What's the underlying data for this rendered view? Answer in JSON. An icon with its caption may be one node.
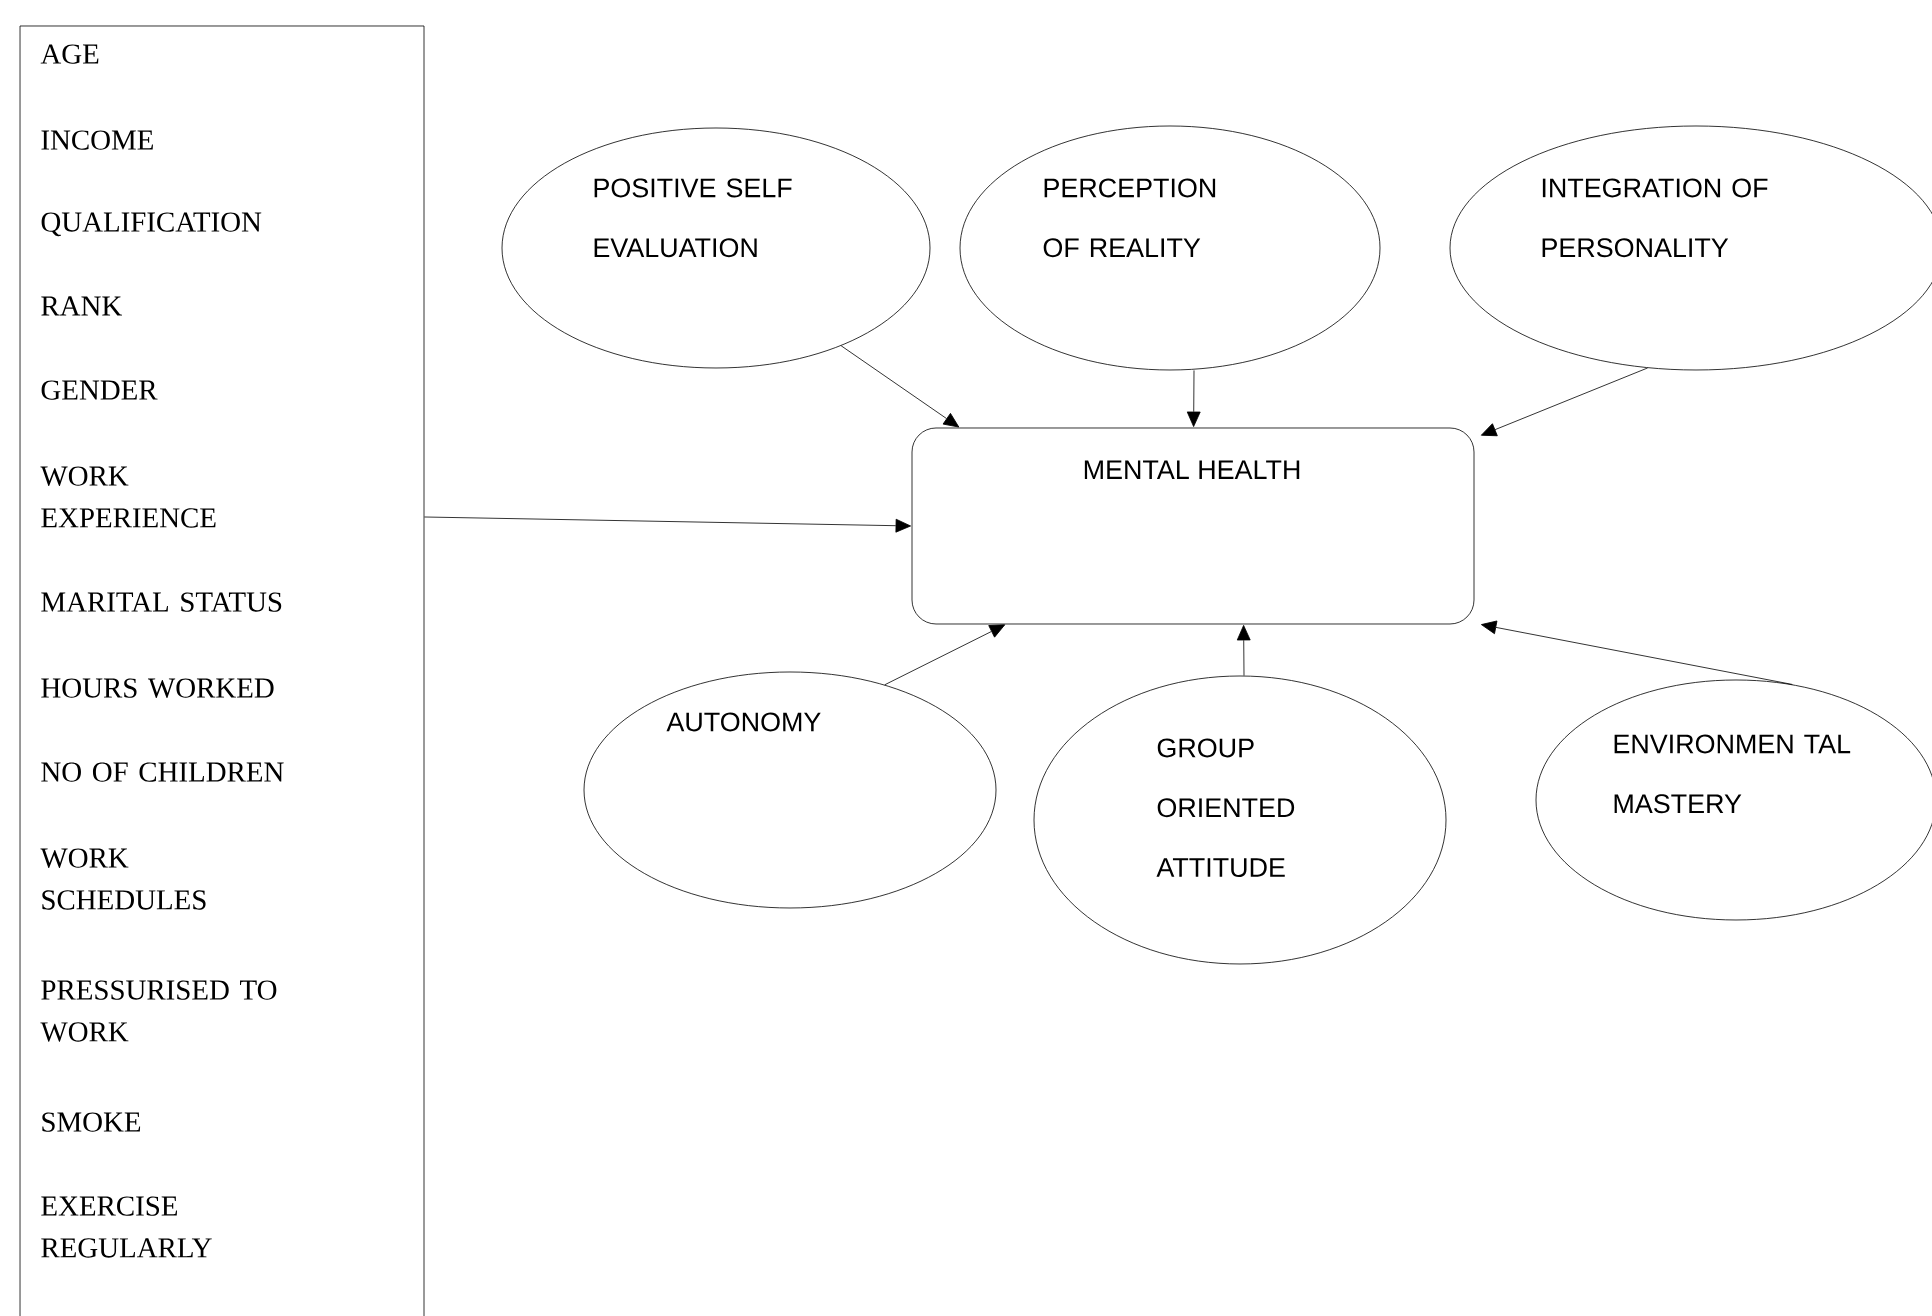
{
  "diagram": {
    "nodes": [
      {
        "text": [
          "AGE",
          "INCOME",
          "QUALIFICATION",
          "RANK",
          "GENDER",
          "WORK EXPERIENCE",
          "MARITAL STATUS",
          "HOURS WORKED",
          "NO OF CHILDREN",
          "WORK SCHEDULES",
          "PRESSURISED TO WORK",
          "SMOKE",
          "EXERCISE REGULARLY"
        ]
      },
      {
        "text": [
          "POSITIVE SELF EVALUATION"
        ]
      },
      {
        "text": [
          "PERCEPTION OF REALITY"
        ]
      },
      {
        "text": [
          "INTEGRATION OF PERSONALITY"
        ]
      },
      {
        "text": [
          "MENTAL HEALTH"
        ]
      },
      {
        "text": [
          "AUTONOMY"
        ]
      },
      {
        "text": [
          "GROUP ORIENTED ATTITUDE"
        ]
      },
      {
        "text": [
          "ENVIRONMEN TAL MASTERY"
        ]
      }
    ],
    "edges": [
      {
        "from": 0,
        "to": 4,
        "arrow": "to"
      },
      {
        "from": 1,
        "to": 4,
        "arrow": "to"
      },
      {
        "from": 2,
        "to": 4,
        "arrow": "to"
      },
      {
        "from": 3,
        "to": 4,
        "arrow": "to"
      },
      {
        "from": 5,
        "to": 4,
        "arrow": "to"
      },
      {
        "from": 6,
        "to": 4,
        "arrow": "to"
      },
      {
        "from": 7,
        "to": 4,
        "arrow": "to"
      }
    ]
  }
}
